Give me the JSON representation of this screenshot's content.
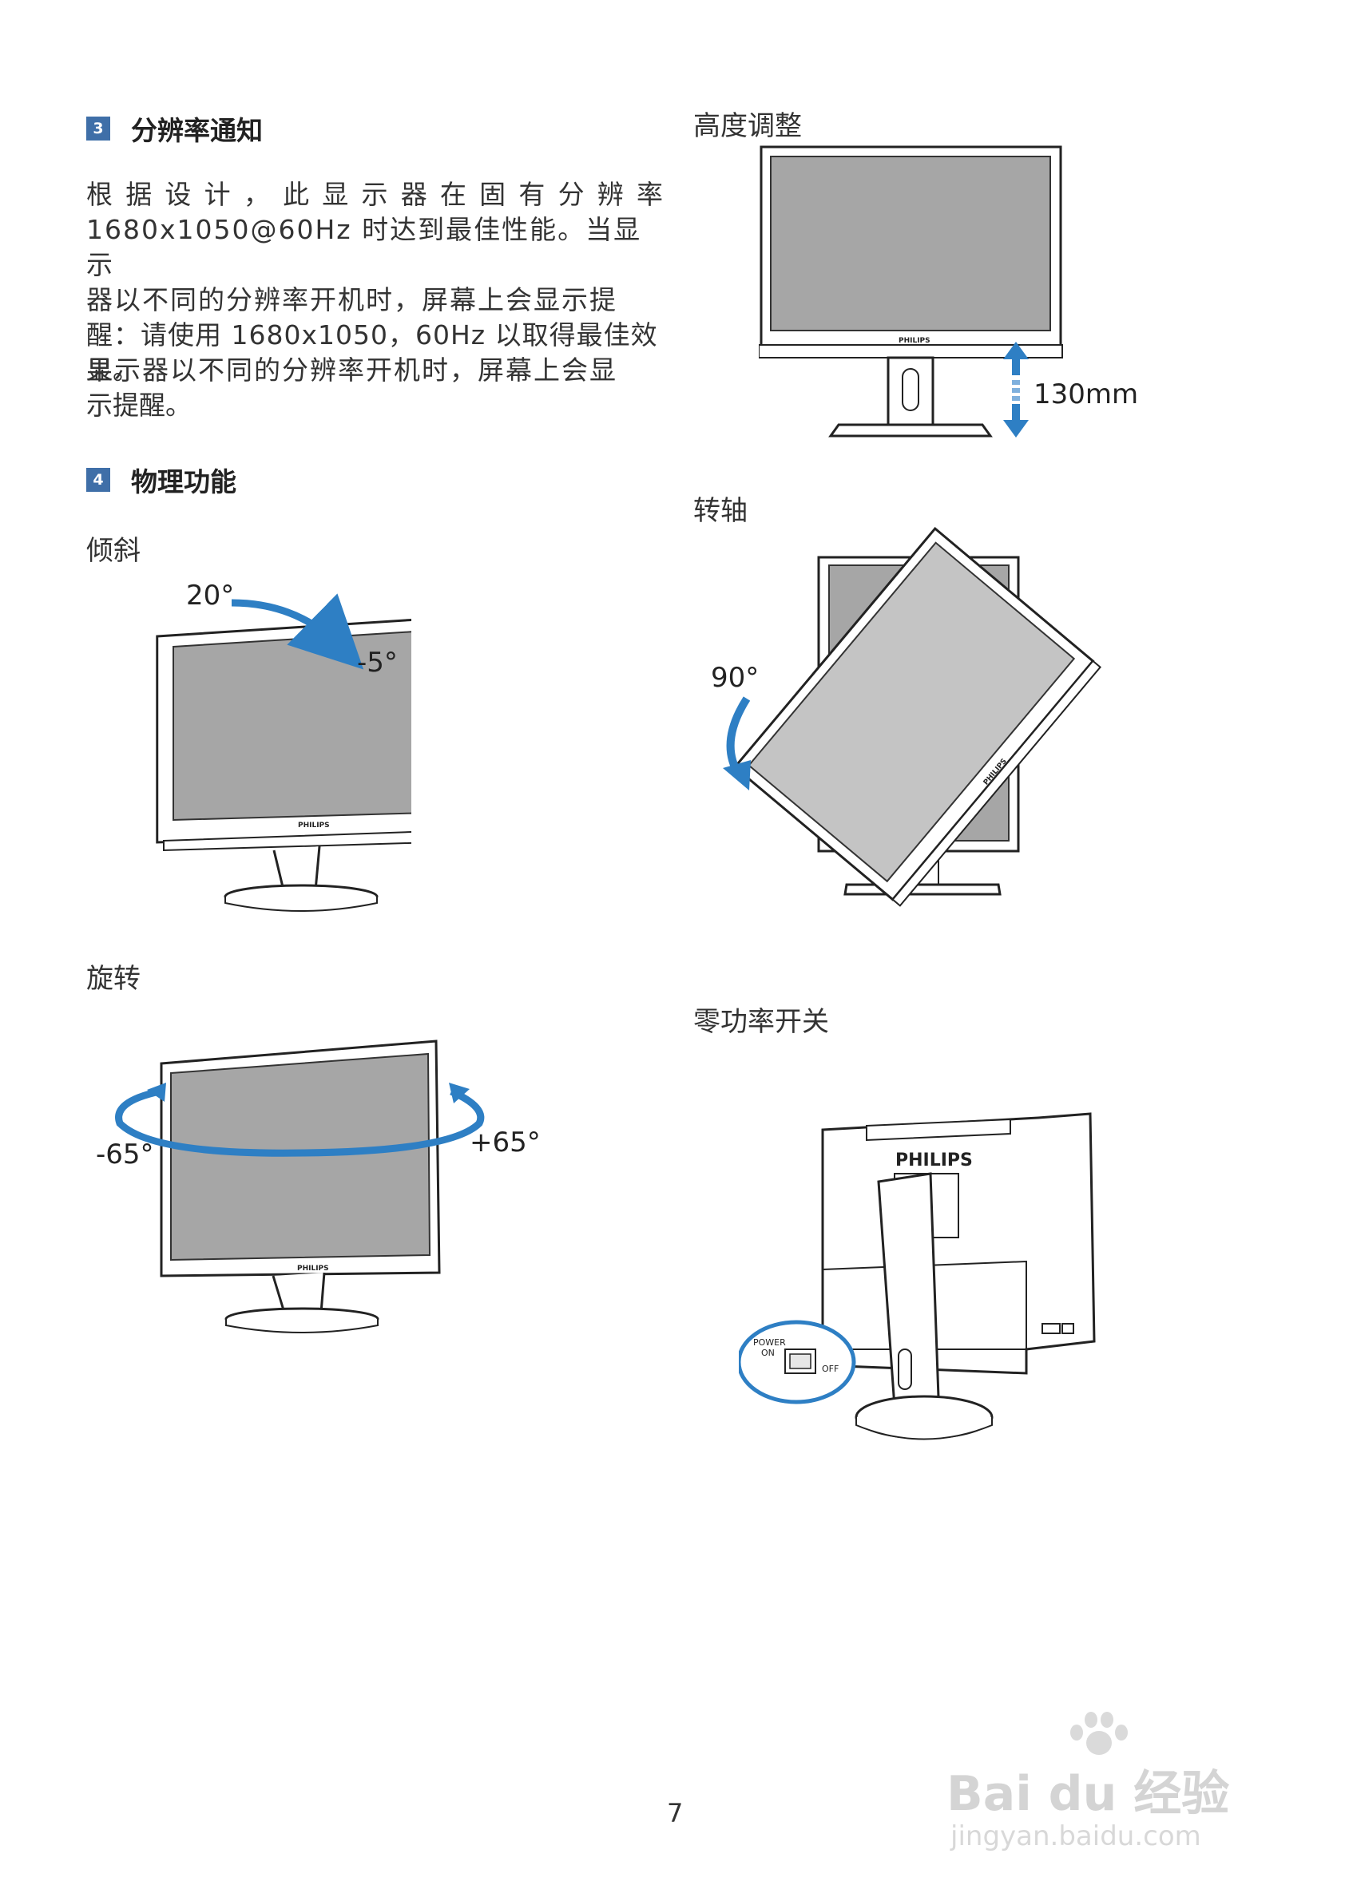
{
  "section3": {
    "number": "3",
    "title": "分辨率通知",
    "para1_lines": [
      "根 据 设 计 ， 此 显 示 器 在 固 有 分 辨 率",
      "1680x1050@60Hz 时达到最佳性能。当显示",
      "器以不同的分辨率开机时，屏幕上会显示提",
      "醒：请使用 1680x1050，60Hz 以取得最佳效",
      "果。"
    ],
    "para2_lines": [
      "显示器以不同的分辨率开机时，屏幕上会显",
      "示提醒。"
    ]
  },
  "section4": {
    "number": "4",
    "title": "物理功能"
  },
  "tilt": {
    "label": "倾斜",
    "angle_up": "20°",
    "angle_down": "-5°"
  },
  "swivel": {
    "label": "旋转",
    "angle_left": "-65°",
    "angle_right": "+65°"
  },
  "height": {
    "label": "高度调整",
    "range": "130mm"
  },
  "pivot": {
    "label": "转轴",
    "angle": "90°"
  },
  "power_switch": {
    "label": "零功率开关",
    "on_text": "POWER\nON",
    "on_line1": "POWER",
    "on_line2": "ON",
    "off_text": "OFF"
  },
  "brand": "PHILIPS",
  "page_number": "7",
  "watermark": {
    "logo": "Bai du 经验",
    "url": "jingyan.baidu.com"
  },
  "colors": {
    "accent_blue": "#2e7fc4",
    "section_badge": "#3f6fa8",
    "screen_gray": "#a6a6a6"
  }
}
